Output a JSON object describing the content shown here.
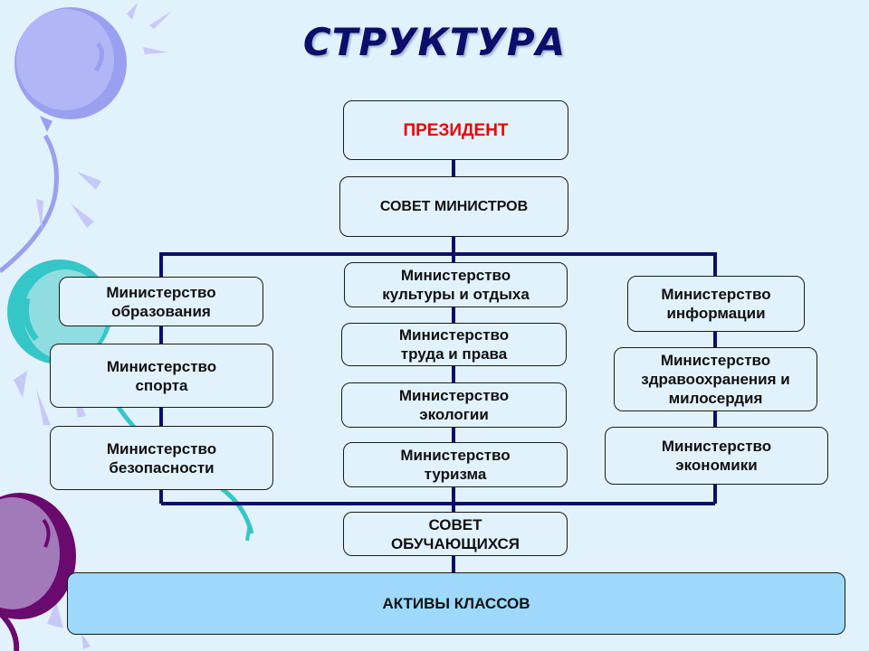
{
  "title": "СТРУКТУРА",
  "colors": {
    "background": "#e2f2fd",
    "title": "#0d0d6b",
    "connector": "#0d0d6b",
    "president_text": "#ee0000",
    "bottom_box_fill": "#9ed9fb"
  },
  "president": "ПРЕЗИДЕНТ",
  "council_of_ministers": "СОВЕТ МИНИСТРОВ",
  "left_column": [
    {
      "line1": "Министерство",
      "line2": "образования"
    },
    {
      "line1": "Министерство",
      "line2": "спорта"
    },
    {
      "line1": "Министерство",
      "line2": "безопасности"
    }
  ],
  "center_column": [
    {
      "line1": "Министерство",
      "line2": "культуры и отдыха"
    },
    {
      "line1": "Министерство",
      "line2": "труда и права"
    },
    {
      "line1": "Министерство",
      "line2": "экологии"
    },
    {
      "line1": "Министерство",
      "line2": "туризма"
    }
  ],
  "right_column": [
    {
      "line1": "Министерство",
      "line2": "информации"
    },
    {
      "line1": "Министерство",
      "line2": "здравоохранения и",
      "line3": "милосердия"
    },
    {
      "line1": "Министерство",
      "line2": "экономики"
    }
  ],
  "student_council": {
    "line1": "СОВЕТ",
    "line2": "ОБУЧАЮЩИХСЯ"
  },
  "class_assets": "АКТИВЫ КЛАССОВ",
  "decorations": [
    "balloon-blue",
    "balloon-teal",
    "balloon-purple",
    "sparkle-rays"
  ]
}
